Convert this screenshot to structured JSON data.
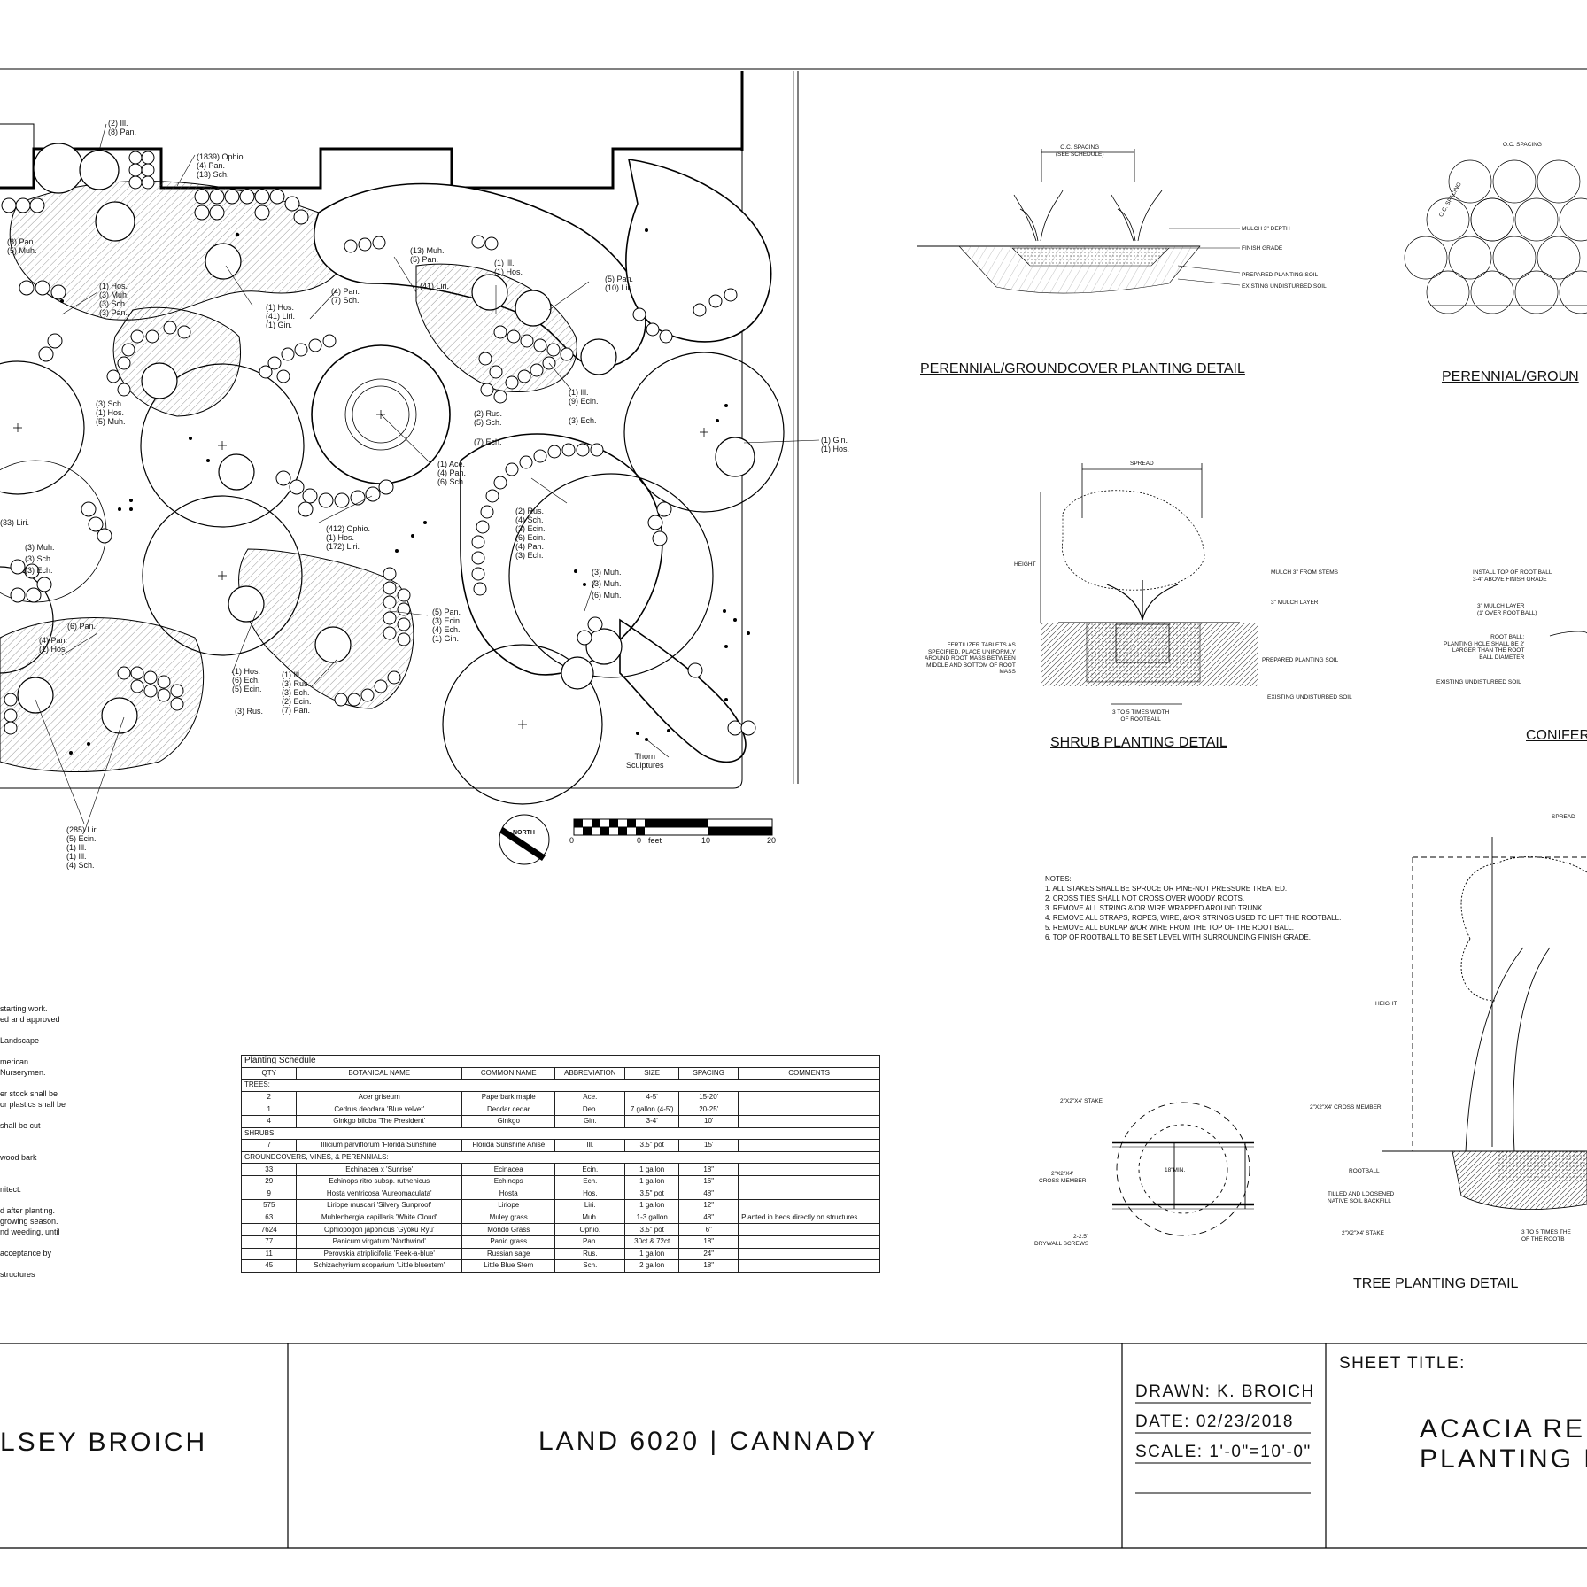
{
  "plan": {
    "labels": [
      "(2) Ill.\n(8) Pan.",
      "(1839) Ophio.\n(4) Pan.\n(13) Sch.",
      "(8) Pan.\n(5) Muh.",
      "(1) Hos.\n(3) Muh.\n(3) Sch.\n(3) Pan.",
      "(1) Hos.\n(41) Liri.\n(1) Gin.",
      "(4) Pan.\n(7) Sch.",
      "(13) Muh.\n(5) Pan.",
      "(41) Liri.",
      "(1) Ill.\n(1) Hos.",
      "(5) Pan.\n(10) Liri.",
      "(3) Sch.\n(1) Hos.\n(5) Muh.",
      "(1) Ill.\n(9) Ecin.",
      "(2) Rus.\n(5) Sch.",
      "(7) Ech.",
      "(3) Ech.",
      "(1) Gin.\n(1) Hos.",
      "(1) Ace.\n(4) Pan.\n(6) Sch.",
      "(33) Liri.",
      "(412) Ophio.\n(1) Hos.\n(172) Liri.",
      "(2) Rus.\n(4) Sch.\n(3) Ecin.\n(6) Ecin.\n(4) Pan.\n(3) Ech.",
      "(3) Muh.\n(3) Sch.\n(3) Ech.",
      "(3) Muh.\n(3) Muh.\n(6) Muh.",
      "(6) Pan.",
      "(4) Pan.\n(1) Hos.",
      "(5) Pan.\n(3) Ecin.\n(4) Ech.\n(1) Gin.",
      "(1) Hos.\n(6) Ech.\n(5) Ecin.",
      "(1) Ill.\n(3) Rus.\n(3) Ech.\n(2) Ecin.\n(7) Pan.",
      "(3) Rus.",
      "(285) Liri.\n(5) Ecin.\n(1) Ill.\n(1) Ill.\n(4) Sch.",
      "Thorn\nSculptures"
    ],
    "north_label": "NORTH",
    "scale": {
      "ticks": [
        "0",
        "0",
        "10",
        "20"
      ],
      "unit": "feet"
    }
  },
  "details": {
    "perennial_title": "PERENNIAL/GROUNDCOVER PLANTING DETAIL",
    "perennial_title_2": "PERENNIAL/GROUN",
    "perennial_notes": [
      "O.C. SPACING\n(SEE SCHEDULE)",
      "MULCH 3\" DEPTH",
      "FINISH GRADE",
      "PREPARED PLANTING SOIL",
      "EXISTING UNDISTURBED SOIL"
    ],
    "spacing_note": "O.C. SPACING",
    "spacing_note_2": "O.C. SPACING",
    "shrub_title": "SHRUB PLANTING DETAIL",
    "shrub_notes": [
      "SPREAD",
      "HEIGHT",
      "MULCH 3\" FROM STEMS",
      "3\" MULCH LAYER",
      "FERTILIZER TABLETS AS\nSPECIFIED. PLACE UNIFORMLY\nAROUND ROOT MASS BETWEEN\nMIDDLE AND BOTTOM OF ROOT\nMASS",
      "PREPARED PLANTING SOIL",
      "EXISTING UNDISTURBED SOIL",
      "3 TO 5 TIMES WIDTH\nOF ROOTBALL"
    ],
    "conifer_title": "CONIFER",
    "conifer_notes": [
      "INSTALL TOP OF ROOT BALL\n3-4\" ABOVE FINISH GRADE",
      "3\" MULCH LAYER\n(1' OVER ROOT BALL)",
      "ROOT BALL:\nPLANTING HOLE SHALL BE 2'\nLARGER THAN THE ROOT\nBALL DIAMETER",
      "EXISTING UNDISTURBED SOIL"
    ],
    "tree_title": "TREE PLANTING DETAIL",
    "tree_notes": [
      "SPREAD",
      "HEIGHT",
      "2\"X2\"X4' STAKE",
      "2\"X2\"X4' CROSS MEMBER",
      "2\"X2\"X4'\nCROSS MEMBER",
      "18\"MIN.",
      "ROOTBALL",
      "TILLED AND LOOSENED\nNATIVE SOIL BACKFILL",
      "2\"X2\"X4' STAKE",
      "2-2.5\"\nDRYWALL SCREWS",
      "3 TO 5 TIMES THE\nOF THE ROOTB"
    ],
    "notes_header": "NOTES:",
    "notes": [
      "1.   ALL STAKES SHALL BE SPRUCE OR PINE-NOT PRESSURE TREATED.",
      "2.   CROSS TIES SHALL NOT CROSS OVER WOODY ROOTS.",
      "3.   REMOVE ALL STRING &/OR WIRE WRAPPED AROUND TRUNK.",
      "4.   REMOVE ALL STRAPS, ROPES, WIRE, &/OR STRINGS USED TO LIFT THE ROOTBALL.",
      "5.   REMOVE ALL BURLAP &/OR WIRE FROM THE TOP OF THE ROOT BALL.",
      "6.   TOP OF ROOTBALL TO BE SET LEVEL WITH SURROUNDING FINISH GRADE."
    ]
  },
  "left_notes": [
    "starting work.",
    "ed and approved",
    "Landscape",
    "merican",
    "Nurserymen.",
    "er stock shall be",
    "or plastics shall be",
    "shall be cut",
    "wood bark",
    "nitect.",
    "d after planting.",
    "growing season.",
    "nd weeding, until",
    "acceptance by",
    "structures"
  ],
  "schedule": {
    "title": "Planting Schedule",
    "headers": [
      "QTY",
      "BOTANICAL NAME",
      "COMMON NAME",
      "ABBREVIATION",
      "SIZE",
      "SPACING",
      "COMMENTS"
    ],
    "sections": [
      {
        "name": "TREES:",
        "rows": [
          [
            "2",
            "Acer griseum",
            "Paperbark maple",
            "Ace.",
            "4-5'",
            "15-20'",
            ""
          ],
          [
            "1",
            "Cedrus deodara 'Blue velvet'",
            "Deodar cedar",
            "Deo.",
            "7 gallon (4-5')",
            "20-25'",
            ""
          ],
          [
            "4",
            "Ginkgo biloba 'The President'",
            "Ginkgo",
            "Gin.",
            "3-4'",
            "10'",
            ""
          ]
        ]
      },
      {
        "name": "SHRUBS:",
        "rows": [
          [
            "7",
            "Illicium parviflorum 'Florida Sunshine'",
            "Florida Sunshine Anise",
            "Ill.",
            "3.5\" pot",
            "15'",
            ""
          ]
        ]
      },
      {
        "name": "GROUNDCOVERS, VINES, & PERENNIALS:",
        "rows": [
          [
            "33",
            "Echinacea x 'Sunrise'",
            "Ecinacea",
            "Ecin.",
            "1 gallon",
            "18\"",
            ""
          ],
          [
            "29",
            "Echinops ritro subsp. ruthenicus",
            "Echinops",
            "Ech.",
            "1 gallon",
            "16\"",
            ""
          ],
          [
            "9",
            "Hosta ventricosa 'Aureomaculata'",
            "Hosta",
            "Hos.",
            "3.5\" pot",
            "48\"",
            ""
          ],
          [
            "575",
            "Liriope muscari 'Silvery Sunproof'",
            "Liriope",
            "Liri.",
            "1 gallon",
            "12\"",
            ""
          ],
          [
            "63",
            "Muhlenbergia capillaris 'White Cloud'",
            "Muley grass",
            "Muh.",
            "1-3 gallon",
            "48\"",
            "Planted in beds directly on structures"
          ],
          [
            "7624",
            "Ophiopogon japonicus 'Gyoku Ryu'",
            "Mondo Grass",
            "Ophio.",
            "3.5\" pot",
            "6\"",
            ""
          ],
          [
            "77",
            "Panicum virgatum 'Northwind'",
            "Panic grass",
            "Pan.",
            "30ct & 72ct",
            "18\"",
            ""
          ],
          [
            "11",
            "Perovskia atriplicifolia 'Peek-a-blue'",
            "Russian sage",
            "Rus.",
            "1 gallon",
            "24\"",
            ""
          ],
          [
            "45",
            "Schizachyrium scoparium 'Little bluestem'",
            "Little Blue Stem",
            "Sch.",
            "2 gallon",
            "18\"",
            ""
          ]
        ]
      }
    ]
  },
  "title_block": {
    "designer": "LSEY  BROICH",
    "course": "LAND  6020  |  CANNADY",
    "drawn": "DRAWN: K.  BROICH",
    "date": "DATE: 02/23/2018",
    "scale": "SCALE: 1'-0\"=10'-0\"",
    "sheet_title_label": "SHEET  TITLE:",
    "sheet_title_1": "ACACIA  REF",
    "sheet_title_2": "PLANTING  P"
  }
}
